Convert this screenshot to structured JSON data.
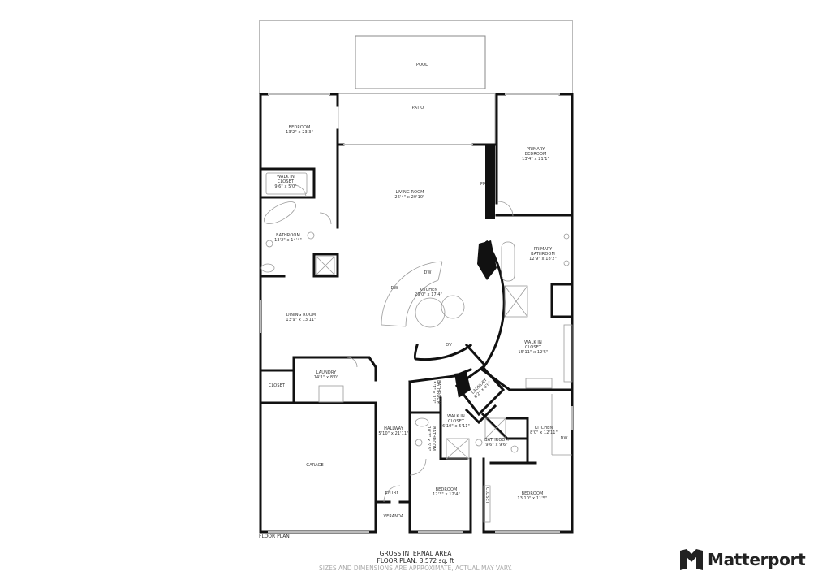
{
  "footer": {
    "floor_label": "FLOOR PLAN",
    "gross_title": "GROSS INTERNAL AREA",
    "floor_area": "FLOOR PLAN: 3,572 sq. ft",
    "disclaimer": "SIZES AND DIMENSIONS ARE APPROXIMATE, ACTUAL MAY VARY."
  },
  "brand": {
    "name": "Matterport",
    "logo_icon": "matterport-logo-icon",
    "color": "#222222"
  },
  "rooms": {
    "pool": {
      "name": "POOL"
    },
    "patio": {
      "name": "PATIO"
    },
    "bedroom1": {
      "name": "BEDROOM",
      "dims": "13'2\" x 23'3\""
    },
    "walkin1": {
      "name": "WALK IN\nCLOSET",
      "name1": "WALK IN",
      "name2": "CLOSET",
      "dims": "9'6\" x 5'0\""
    },
    "bath1": {
      "name": "BATHROOM",
      "dims": "13'2\" x 14'4\""
    },
    "living": {
      "name": "LIVING ROOM",
      "dims": "26'4\" x 20'10\""
    },
    "fp": {
      "name": "FP"
    },
    "primary_bed": {
      "name1": "PRIMARY",
      "name2": "BEDROOM",
      "dims": "13'4\" x 21'1\""
    },
    "primary_bath": {
      "name1": "PRIMARY",
      "name2": "BATHROOM",
      "dims": "12'9\" x 18'2\""
    },
    "kitchen": {
      "name": "KITCHEN",
      "dims": "29'0\" x 17'4\""
    },
    "dw1": {
      "name": "DW"
    },
    "dw2": {
      "name": "DW"
    },
    "ov": {
      "name": "OV"
    },
    "dining": {
      "name": "DINING ROOM",
      "dims": "13'9\" x 13'11\""
    },
    "walkin2": {
      "name1": "WALK IN",
      "name2": "CLOSET",
      "dims": "15'11\" x 12'5\""
    },
    "laundry1": {
      "name": "LAUNDRY",
      "dims": "14'1\" x 8'0\""
    },
    "closet1": {
      "name": "CLOSET"
    },
    "garage": {
      "name": "GARAGE"
    },
    "hallway": {
      "name": "HALLWAY",
      "dims": "5'10\" x 21'11\""
    },
    "entry": {
      "name": "ENTRY"
    },
    "veranda": {
      "name": "VERANDA"
    },
    "bath_small": {
      "name": "BATHROOM",
      "dims": "5'1\" x 3'3\""
    },
    "bath2": {
      "name": "BATHROOM",
      "dims": "10'3\" x 6'8\""
    },
    "walkin3": {
      "name1": "WALK IN",
      "name2": "CLOSET",
      "dims": "6'10\" x 5'11\""
    },
    "laundry2": {
      "name": "LAUNDRY",
      "dims": "8'2\" x 6'0\""
    },
    "bath3": {
      "name": "BATHROOM",
      "dims": "9'6\" x 9'6\""
    },
    "kitchen2": {
      "name": "KITCHEN",
      "dims": "8'0\" x 12'11\""
    },
    "dw3": {
      "name": "DW"
    },
    "bedroom2": {
      "name": "BEDROOM",
      "dims": "12'3\" x 12'4\""
    },
    "closet2": {
      "name": "CLOSET"
    },
    "bedroom3": {
      "name": "BEDROOM",
      "dims": "13'10\" x 11'5\""
    }
  }
}
